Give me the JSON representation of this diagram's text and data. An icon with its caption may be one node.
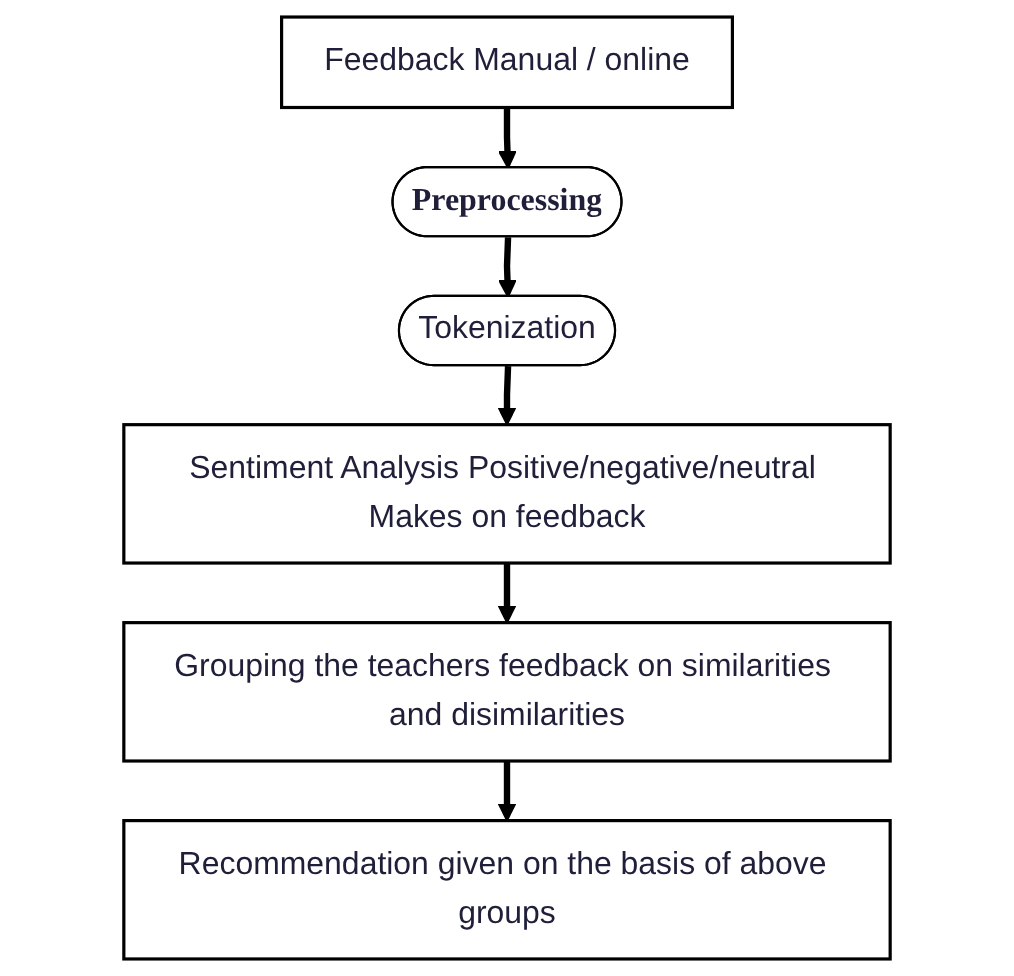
{
  "diagram": {
    "nodes": [
      {
        "text": [
          "Feedback Manual / online"
        ]
      },
      {
        "text": [
          "Preprocessing"
        ]
      },
      {
        "text": [
          "Tokenization"
        ]
      },
      {
        "text": [
          "Sentiment Analysis Positive/negative/neutral Makes on feedback"
        ]
      },
      {
        "text": [
          "Grouping the teachers feedback on similarities and disimilarities"
        ]
      },
      {
        "text": [
          "Recommendation given on the basis of above groups"
        ]
      }
    ],
    "edges": [
      {
        "from": 0,
        "to": 1,
        "arrow": "to"
      },
      {
        "from": 1,
        "to": 2,
        "arrow": "to"
      },
      {
        "from": 2,
        "to": 3,
        "arrow": "to"
      },
      {
        "from": 3,
        "to": 4,
        "arrow": "to"
      },
      {
        "from": 4,
        "to": 5,
        "arrow": "to"
      }
    ]
  }
}
